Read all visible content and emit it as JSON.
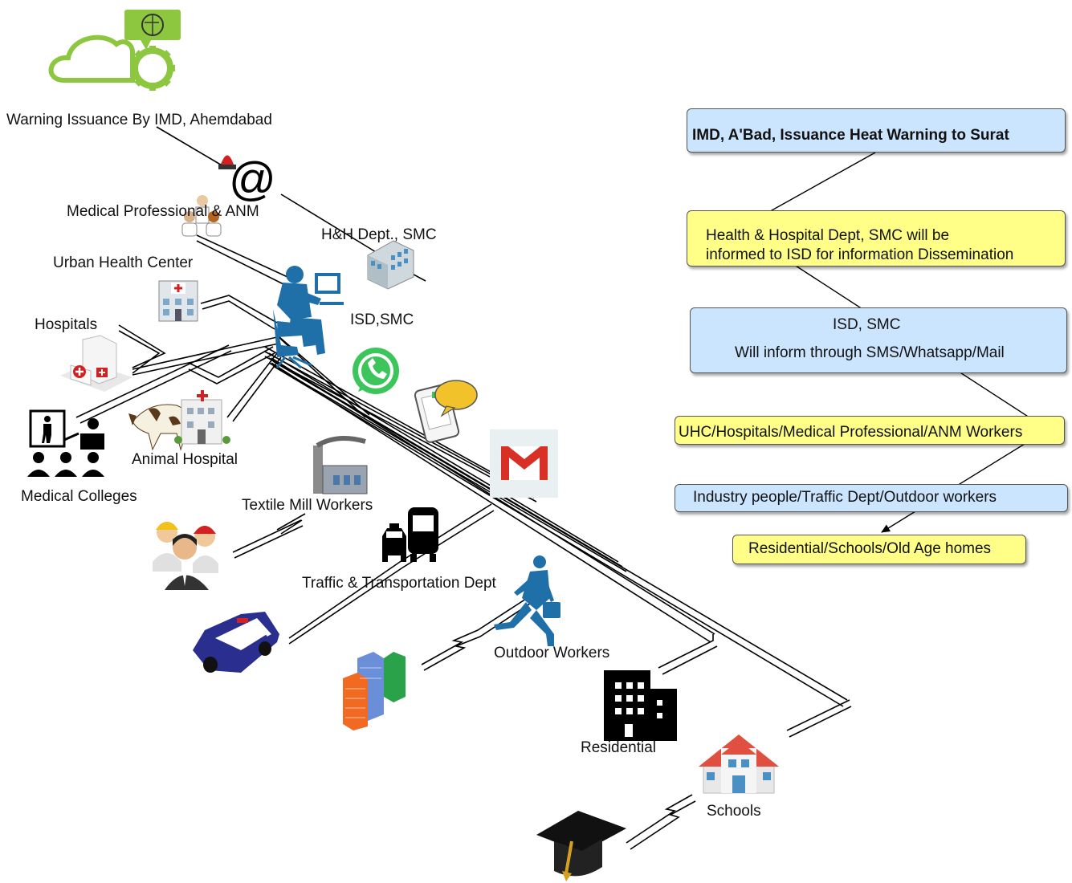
{
  "labels": {
    "warning": "Warning Issuance By IMD, Ahemdabad",
    "medical_prof": "Medical Professional & ANM",
    "hh_dept": "H&H Dept., SMC",
    "uhc": "Urban Health Center",
    "isd": "ISD,SMC",
    "hospitals": "Hospitals",
    "animal_hospital": "Animal Hospital",
    "medical_colleges": "Medical Colleges",
    "textile": "Textile Mill Workers",
    "traffic": "Traffic & Transportation Dept",
    "outdoor": "Outdoor Workers",
    "residential": "Residential",
    "schools": "Schools"
  },
  "flow_boxes": {
    "imd": "IMD, A'Bad, Issuance Heat Warning to Surat",
    "hh_line1": "Health & Hospital Dept, SMC will be",
    "hh_line2": "informed to ISD for information Dissemination",
    "isd_line1": "ISD, SMC",
    "isd_line2": "Will inform through SMS/Whatsapp/Mail",
    "uhc": "UHC/Hospitals/Medical Professional/ANM Workers",
    "industry": "Industry people/Traffic Dept/Outdoor workers",
    "residential": "Residential/Schools/Old Age homes"
  },
  "colors": {
    "blue_box": "#cce5ff",
    "yellow_box": "#ffff88",
    "weather_green": "#8dc63f",
    "person_blue": "#1f6fa8",
    "gmail_red": "#d93025",
    "whatsapp_green": "#3bc55a"
  },
  "icons": [
    "weather-warning-icon",
    "siren-icon",
    "at-sign-icon",
    "doctors-icon",
    "hospital-building-icon",
    "computer-operator-icon",
    "clinic-icon",
    "hospital-icon",
    "whatsapp-icon",
    "sms-phone-icon",
    "teacher-students-icon",
    "cow-icon",
    "factory-icon",
    "gmail-icon",
    "workers-icon",
    "bus-taxi-icon",
    "police-car-icon",
    "running-man-icon",
    "skyscrapers-icon",
    "residential-building-icon",
    "school-icon",
    "graduation-cap-icon"
  ]
}
